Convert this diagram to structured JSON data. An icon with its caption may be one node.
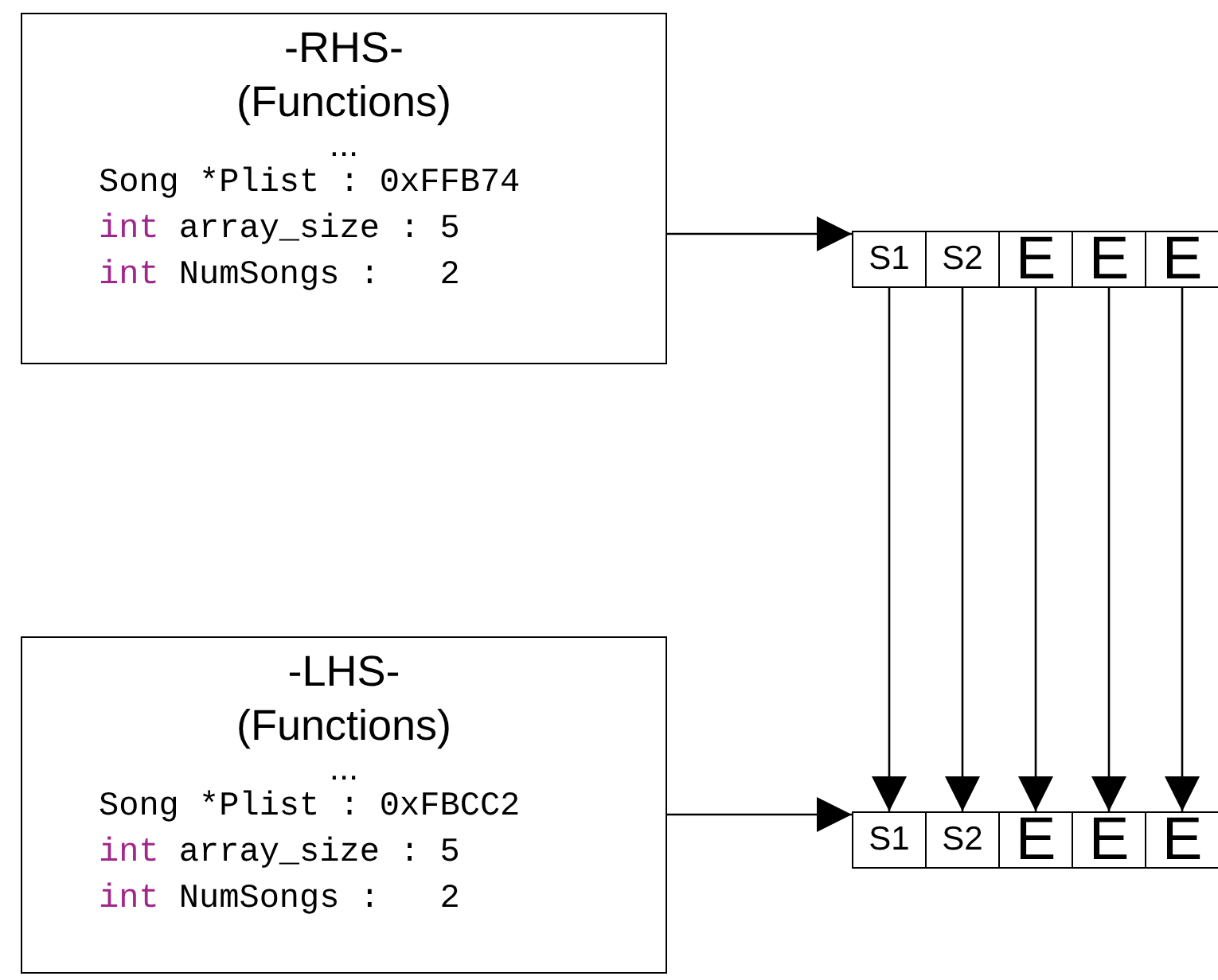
{
  "diagram": {
    "nodes": [
      {
        "text": [
          "-RHS-",
          "(Functions)",
          "...",
          "Song *Plist : 0xFFB74",
          "int array_size : 5",
          "int NumSongs :   2"
        ]
      },
      {
        "text": [
          "S1"
        ]
      },
      {
        "text": [
          "S2"
        ]
      },
      {
        "text": [
          "E"
        ]
      },
      {
        "text": [
          "E"
        ]
      },
      {
        "text": [
          "E"
        ]
      },
      {
        "text": [
          "-LHS-",
          "(Functions)",
          "...",
          "Song *Plist : 0xFBCC2",
          "int array_size : 5",
          "int NumSongs :   2"
        ]
      },
      {
        "text": [
          "S1"
        ]
      },
      {
        "text": [
          "S2"
        ]
      },
      {
        "text": [
          "E"
        ]
      },
      {
        "text": [
          "E"
        ]
      },
      {
        "text": [
          "E"
        ]
      }
    ],
    "edges": [
      {
        "from": 0,
        "to": 1,
        "arrow": "to"
      },
      {
        "from": 1,
        "to": 7,
        "arrow": "to"
      },
      {
        "from": 2,
        "to": 8,
        "arrow": "to"
      },
      {
        "from": 3,
        "to": 9,
        "arrow": "to"
      },
      {
        "from": 4,
        "to": 10,
        "arrow": "to"
      },
      {
        "from": 5,
        "to": 11,
        "arrow": "to"
      },
      {
        "from": 6,
        "to": 7,
        "arrow": "to"
      }
    ]
  }
}
